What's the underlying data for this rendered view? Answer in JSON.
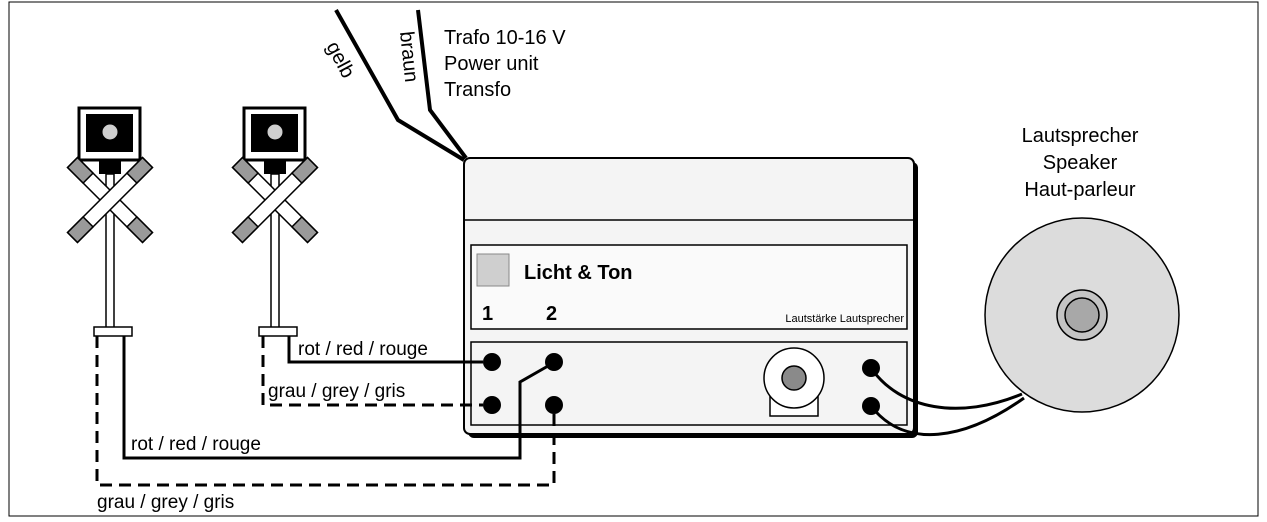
{
  "power": {
    "wire_yellow": "gelb",
    "wire_brown": "braun",
    "label_line1": "Trafo 10-16 V",
    "label_line2": "Power unit",
    "label_line3": "Transfo"
  },
  "speaker": {
    "label_line1": "Lautsprecher",
    "label_line2": "Speaker",
    "label_line3": "Haut-parleur"
  },
  "module": {
    "title": "Licht & Ton",
    "port1": "1",
    "port2": "2",
    "volume_label": "Lautstärke Lautsprecher"
  },
  "wires": {
    "red_signal2": "rot / red / rouge",
    "grey_signal2": "grau / grey / gris",
    "red_signal1": "rot / red / rouge",
    "grey_signal1": "grau / grey / gris"
  },
  "colors": {
    "signal_light": "#cfcfcf",
    "crossbuck_arm": "#9a9a9a",
    "module_fill": "#f4f4f4",
    "speaker_fill": "#dcdcdc"
  }
}
